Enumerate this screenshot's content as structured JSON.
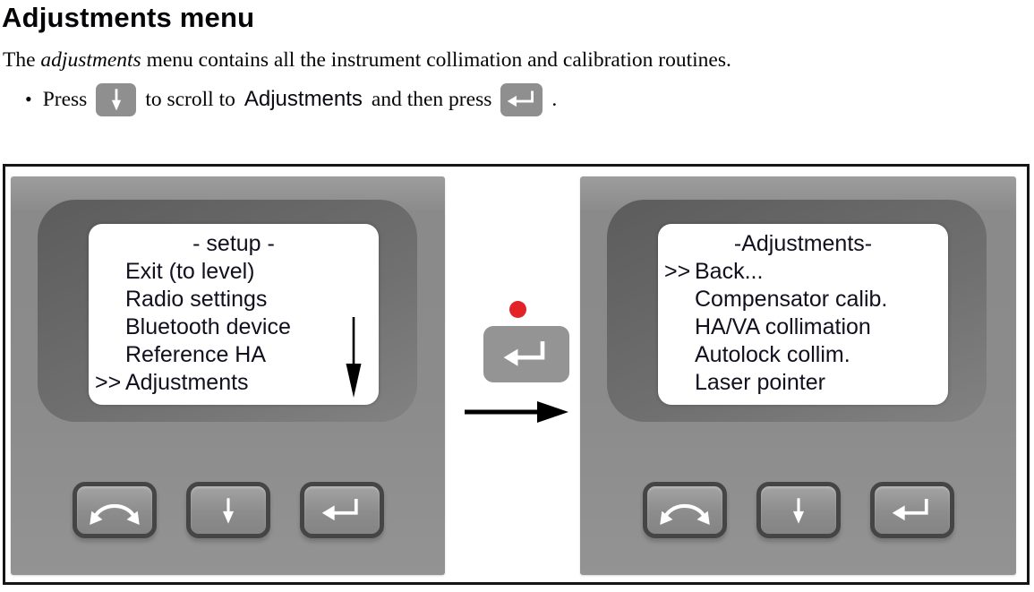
{
  "doc": {
    "title": "Adjustments menu",
    "intro_pre": "The ",
    "intro_italic": "adjustments",
    "intro_post": " menu contains all the instrument collimation and calibration routines.",
    "bullet": {
      "glyph": "•",
      "press": "Press",
      "to_scroll_to": "to scroll to",
      "target": "Adjustments",
      "and_then_press": "and then press",
      "period": "."
    }
  },
  "figure": {
    "left_device": {
      "screen": {
        "title": "- setup -",
        "items": [
          {
            "marker": "",
            "label": "Exit (to level)"
          },
          {
            "marker": "",
            "label": "Radio settings"
          },
          {
            "marker": "",
            "label": "Bluetooth device"
          },
          {
            "marker": "",
            "label": "Reference HA"
          },
          {
            "marker": ">>",
            "label": "Adjustments"
          }
        ],
        "selected_item": "Adjustments",
        "scroll_indicator_icon": "down-arrow"
      },
      "buttons": [
        {
          "icon": "rotate-arc-arrow"
        },
        {
          "icon": "down-arrow"
        },
        {
          "icon": "enter-return"
        }
      ]
    },
    "transition": {
      "led_icon": "red-dot",
      "led_color": "#e32228",
      "key_icon": "enter-return",
      "arrow_icon": "right-arrow"
    },
    "right_device": {
      "screen": {
        "title": "-Adjustments-",
        "items": [
          {
            "marker": ">>",
            "label": "Back..."
          },
          {
            "marker": "",
            "label": "Compensator calib."
          },
          {
            "marker": "",
            "label": "HA/VA collimation"
          },
          {
            "marker": "",
            "label": "Autolock collim."
          },
          {
            "marker": "",
            "label": "Laser pointer"
          }
        ],
        "selected_item": "Back..."
      },
      "buttons": [
        {
          "icon": "rotate-arc-arrow"
        },
        {
          "icon": "down-arrow"
        },
        {
          "icon": "enter-return"
        }
      ]
    },
    "colors": {
      "panel_gray": "#8d8d8d",
      "recess_gray": "#6b6b6b",
      "screen_bg": "#ffffff",
      "screen_text": "#10101e",
      "key_gray": "#949494",
      "button_border": "#454545",
      "figure_border": "#151515",
      "red_led": "#e32228"
    }
  }
}
